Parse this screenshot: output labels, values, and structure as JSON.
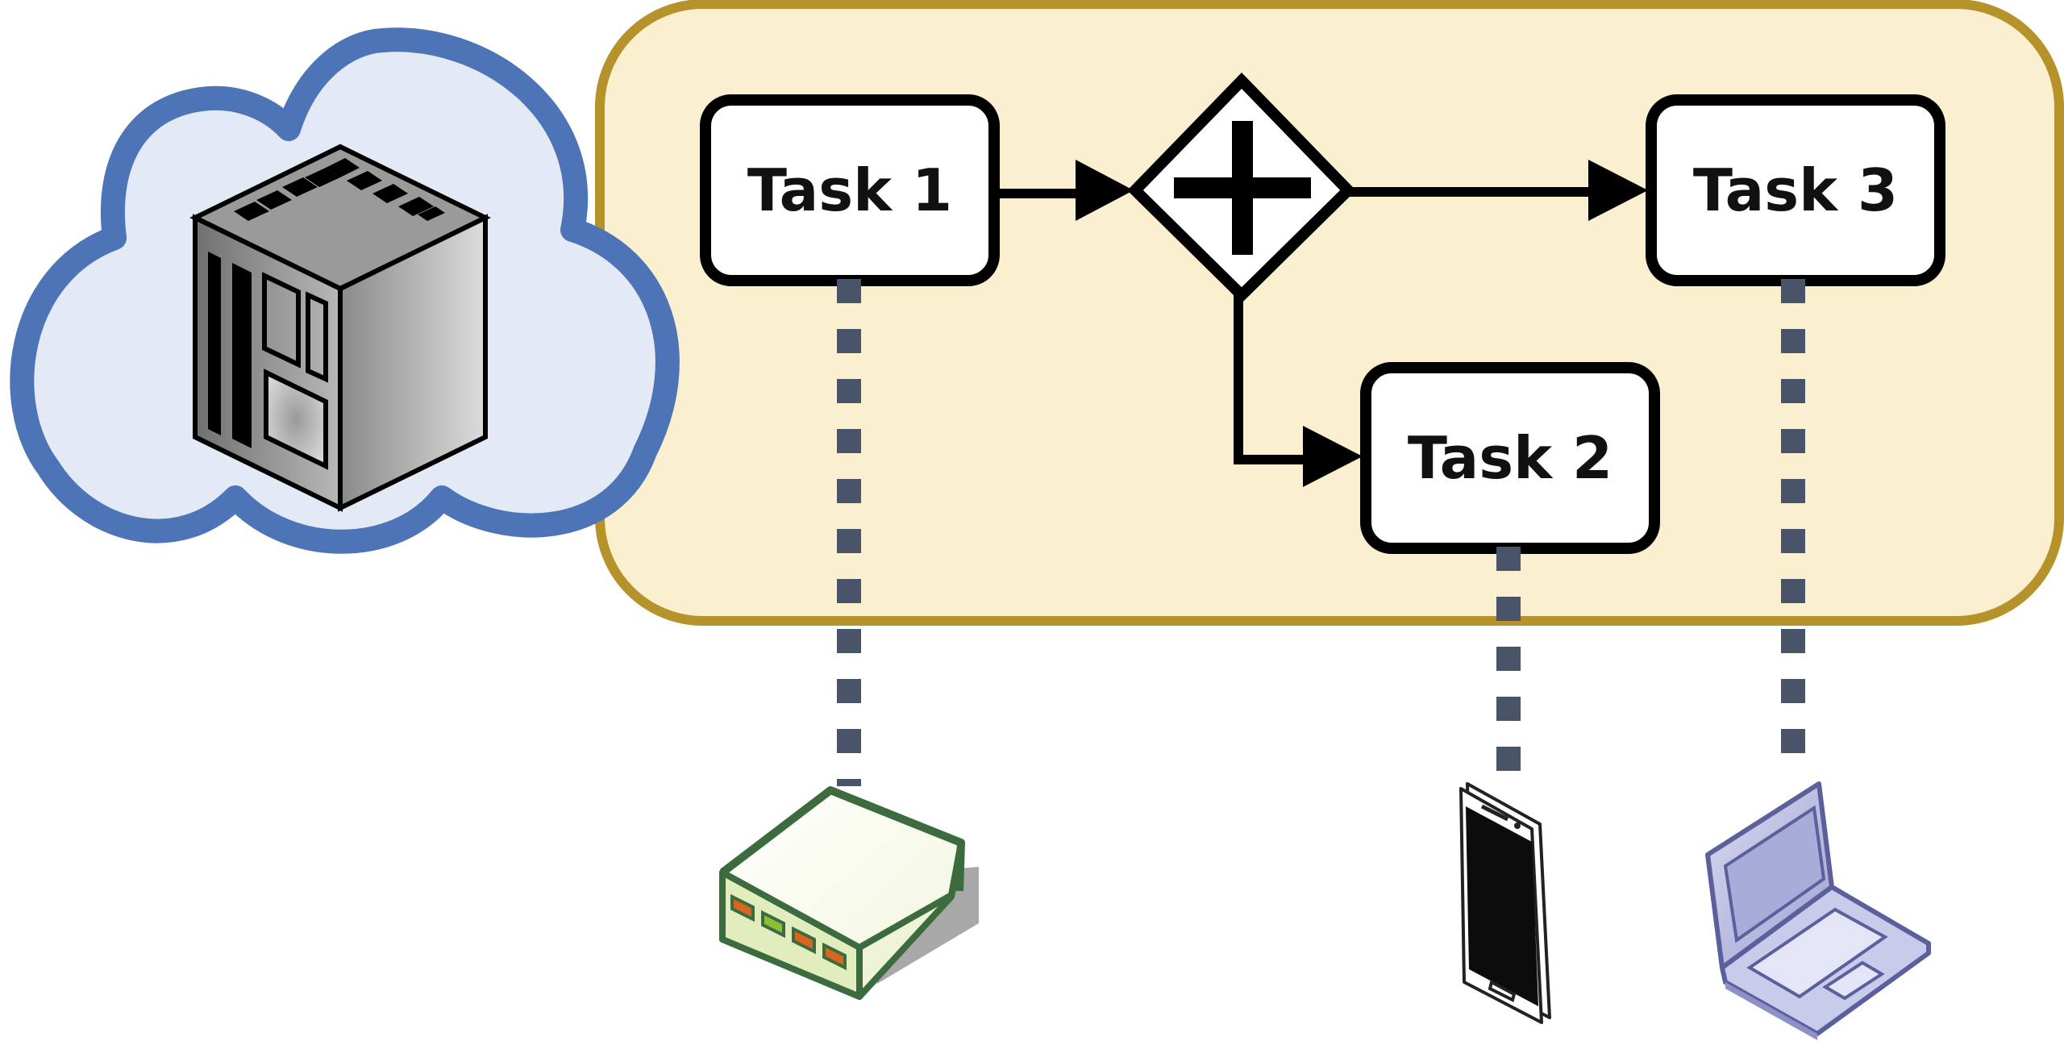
{
  "diagram": {
    "tasks": [
      {
        "id": "task1",
        "label": "Task 1"
      },
      {
        "id": "task2",
        "label": "Task 2"
      },
      {
        "id": "task3",
        "label": "Task 3"
      }
    ],
    "gateway": {
      "type": "parallel"
    },
    "flows": [
      {
        "from": "task1",
        "to": "gateway"
      },
      {
        "from": "gateway",
        "to": "task3"
      },
      {
        "from": "gateway",
        "to": "task2"
      }
    ],
    "assignments": [
      {
        "task": "task1",
        "device": "router-icon"
      },
      {
        "task": "task2",
        "device": "smartphone-icon"
      },
      {
        "task": "task3",
        "device": "laptop-icon"
      }
    ],
    "cloud_icon": "cloud-server-icon"
  },
  "colors": {
    "pool_fill": "#faf0cf",
    "pool_stroke": "#b5932a",
    "cloud_fill": "#e3eaf6",
    "cloud_stroke": "#4c74b6",
    "association": "#4a5468",
    "router_stroke": "#3d6b40",
    "laptop_stroke": "#5b5f9b"
  }
}
